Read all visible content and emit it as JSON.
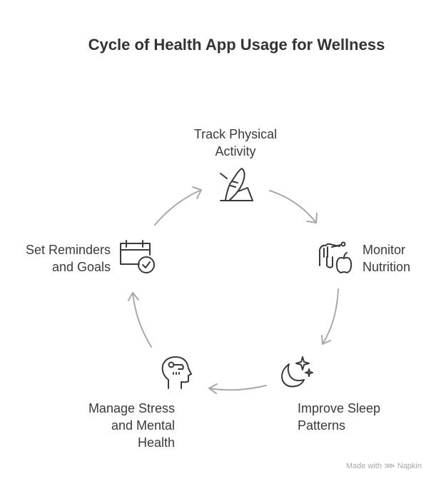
{
  "title": "Cycle of Health App Usage for Wellness",
  "steps": [
    {
      "line1": "Track Physical",
      "line2": "Activity",
      "icon": "running-shoe-icon"
    },
    {
      "line1": "Monitor",
      "line2": "Nutrition",
      "icon": "hand-apple-icon"
    },
    {
      "line1": "Improve Sleep",
      "line2": "Patterns",
      "icon": "moon-stars-icon"
    },
    {
      "line1": "Manage Stress",
      "line2": "and Mental",
      "line3": "Health",
      "icon": "head-cloud-icon"
    },
    {
      "line1": "Set Reminders",
      "line2": "and Goals",
      "icon": "calendar-check-icon"
    }
  ],
  "footer": {
    "made_with": "Made with",
    "brand": "Napkin"
  },
  "colors": {
    "arrow": "#a9a9a9",
    "icon": "#3a3a3a",
    "text": "#3a3a3a"
  }
}
